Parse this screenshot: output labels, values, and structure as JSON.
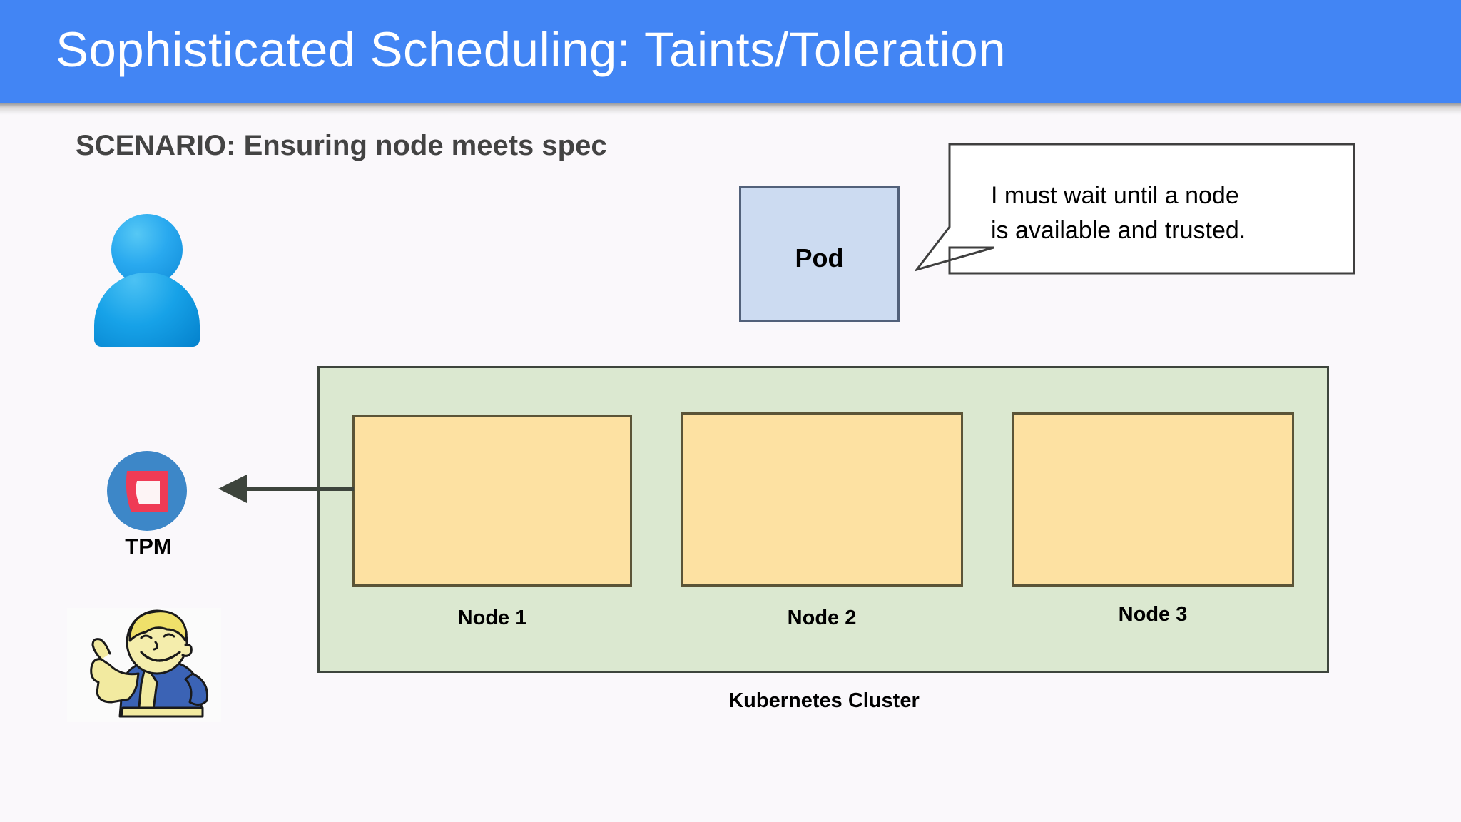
{
  "header": {
    "title": "Sophisticated Scheduling: Taints/Toleration",
    "background_color": "#4285f4",
    "title_color": "#ffffff"
  },
  "scenario": {
    "text": "SCENARIO: Ensuring node meets spec",
    "color": "#434343"
  },
  "actors": {
    "person_icon": "user-avatar-icon",
    "tpm": {
      "icon": "tpm-chip-icon",
      "label": "TPM"
    },
    "mascot": {
      "icon": "vault-boy-thumbs-up-icon"
    }
  },
  "pod": {
    "label": "Pod",
    "fill_color": "#ccdbf1",
    "border_color": "#52617a"
  },
  "speech_bubble": {
    "line1": "I must wait until a node",
    "line2": "is available and trusted.",
    "fill_color": "#ffffff",
    "border_color": "#3f3f3f"
  },
  "cluster": {
    "label": "Kubernetes Cluster",
    "fill_color": "#dbe8d0",
    "border_color": "#3d453c",
    "nodes": [
      {
        "label": "Node 1",
        "fill_color": "#fde1a2",
        "border_color": "#5b5437"
      },
      {
        "label": "Node 2",
        "fill_color": "#fde1a2",
        "border_color": "#5b5437"
      },
      {
        "label": "Node 3",
        "fill_color": "#fde1a2",
        "border_color": "#5b5437"
      }
    ]
  },
  "arrow": {
    "name": "cluster-to-tpm-arrow",
    "direction": "left",
    "color": "#3d443c"
  }
}
